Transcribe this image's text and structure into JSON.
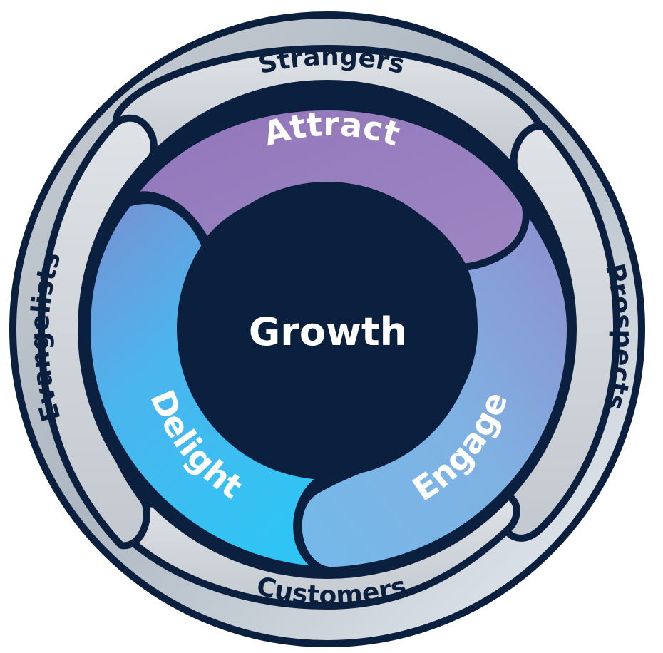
{
  "diagram": {
    "center": {
      "label": "Growth"
    },
    "stages": [
      {
        "id": "attract",
        "label": "Attract"
      },
      {
        "id": "engage",
        "label": "Engage"
      },
      {
        "id": "delight",
        "label": "Delight"
      }
    ],
    "audiences": [
      {
        "id": "strangers",
        "label": "Strangers"
      },
      {
        "id": "prospects",
        "label": "Prospects"
      },
      {
        "id": "customers",
        "label": "Customers"
      },
      {
        "id": "evangelists",
        "label": "Evangelists"
      }
    ],
    "colors": {
      "outline": "#0b1f3f",
      "center": "#0b1f3f",
      "attract": "#9a7fbd",
      "engage": "#7fb3e3",
      "delight": "#33c1f1",
      "outer_ring_light": "#e5e8ec",
      "outer_ring_dark": "#a9b3bd",
      "stage_text": "#ffffff",
      "audience_text": "#0b1f3f"
    }
  }
}
